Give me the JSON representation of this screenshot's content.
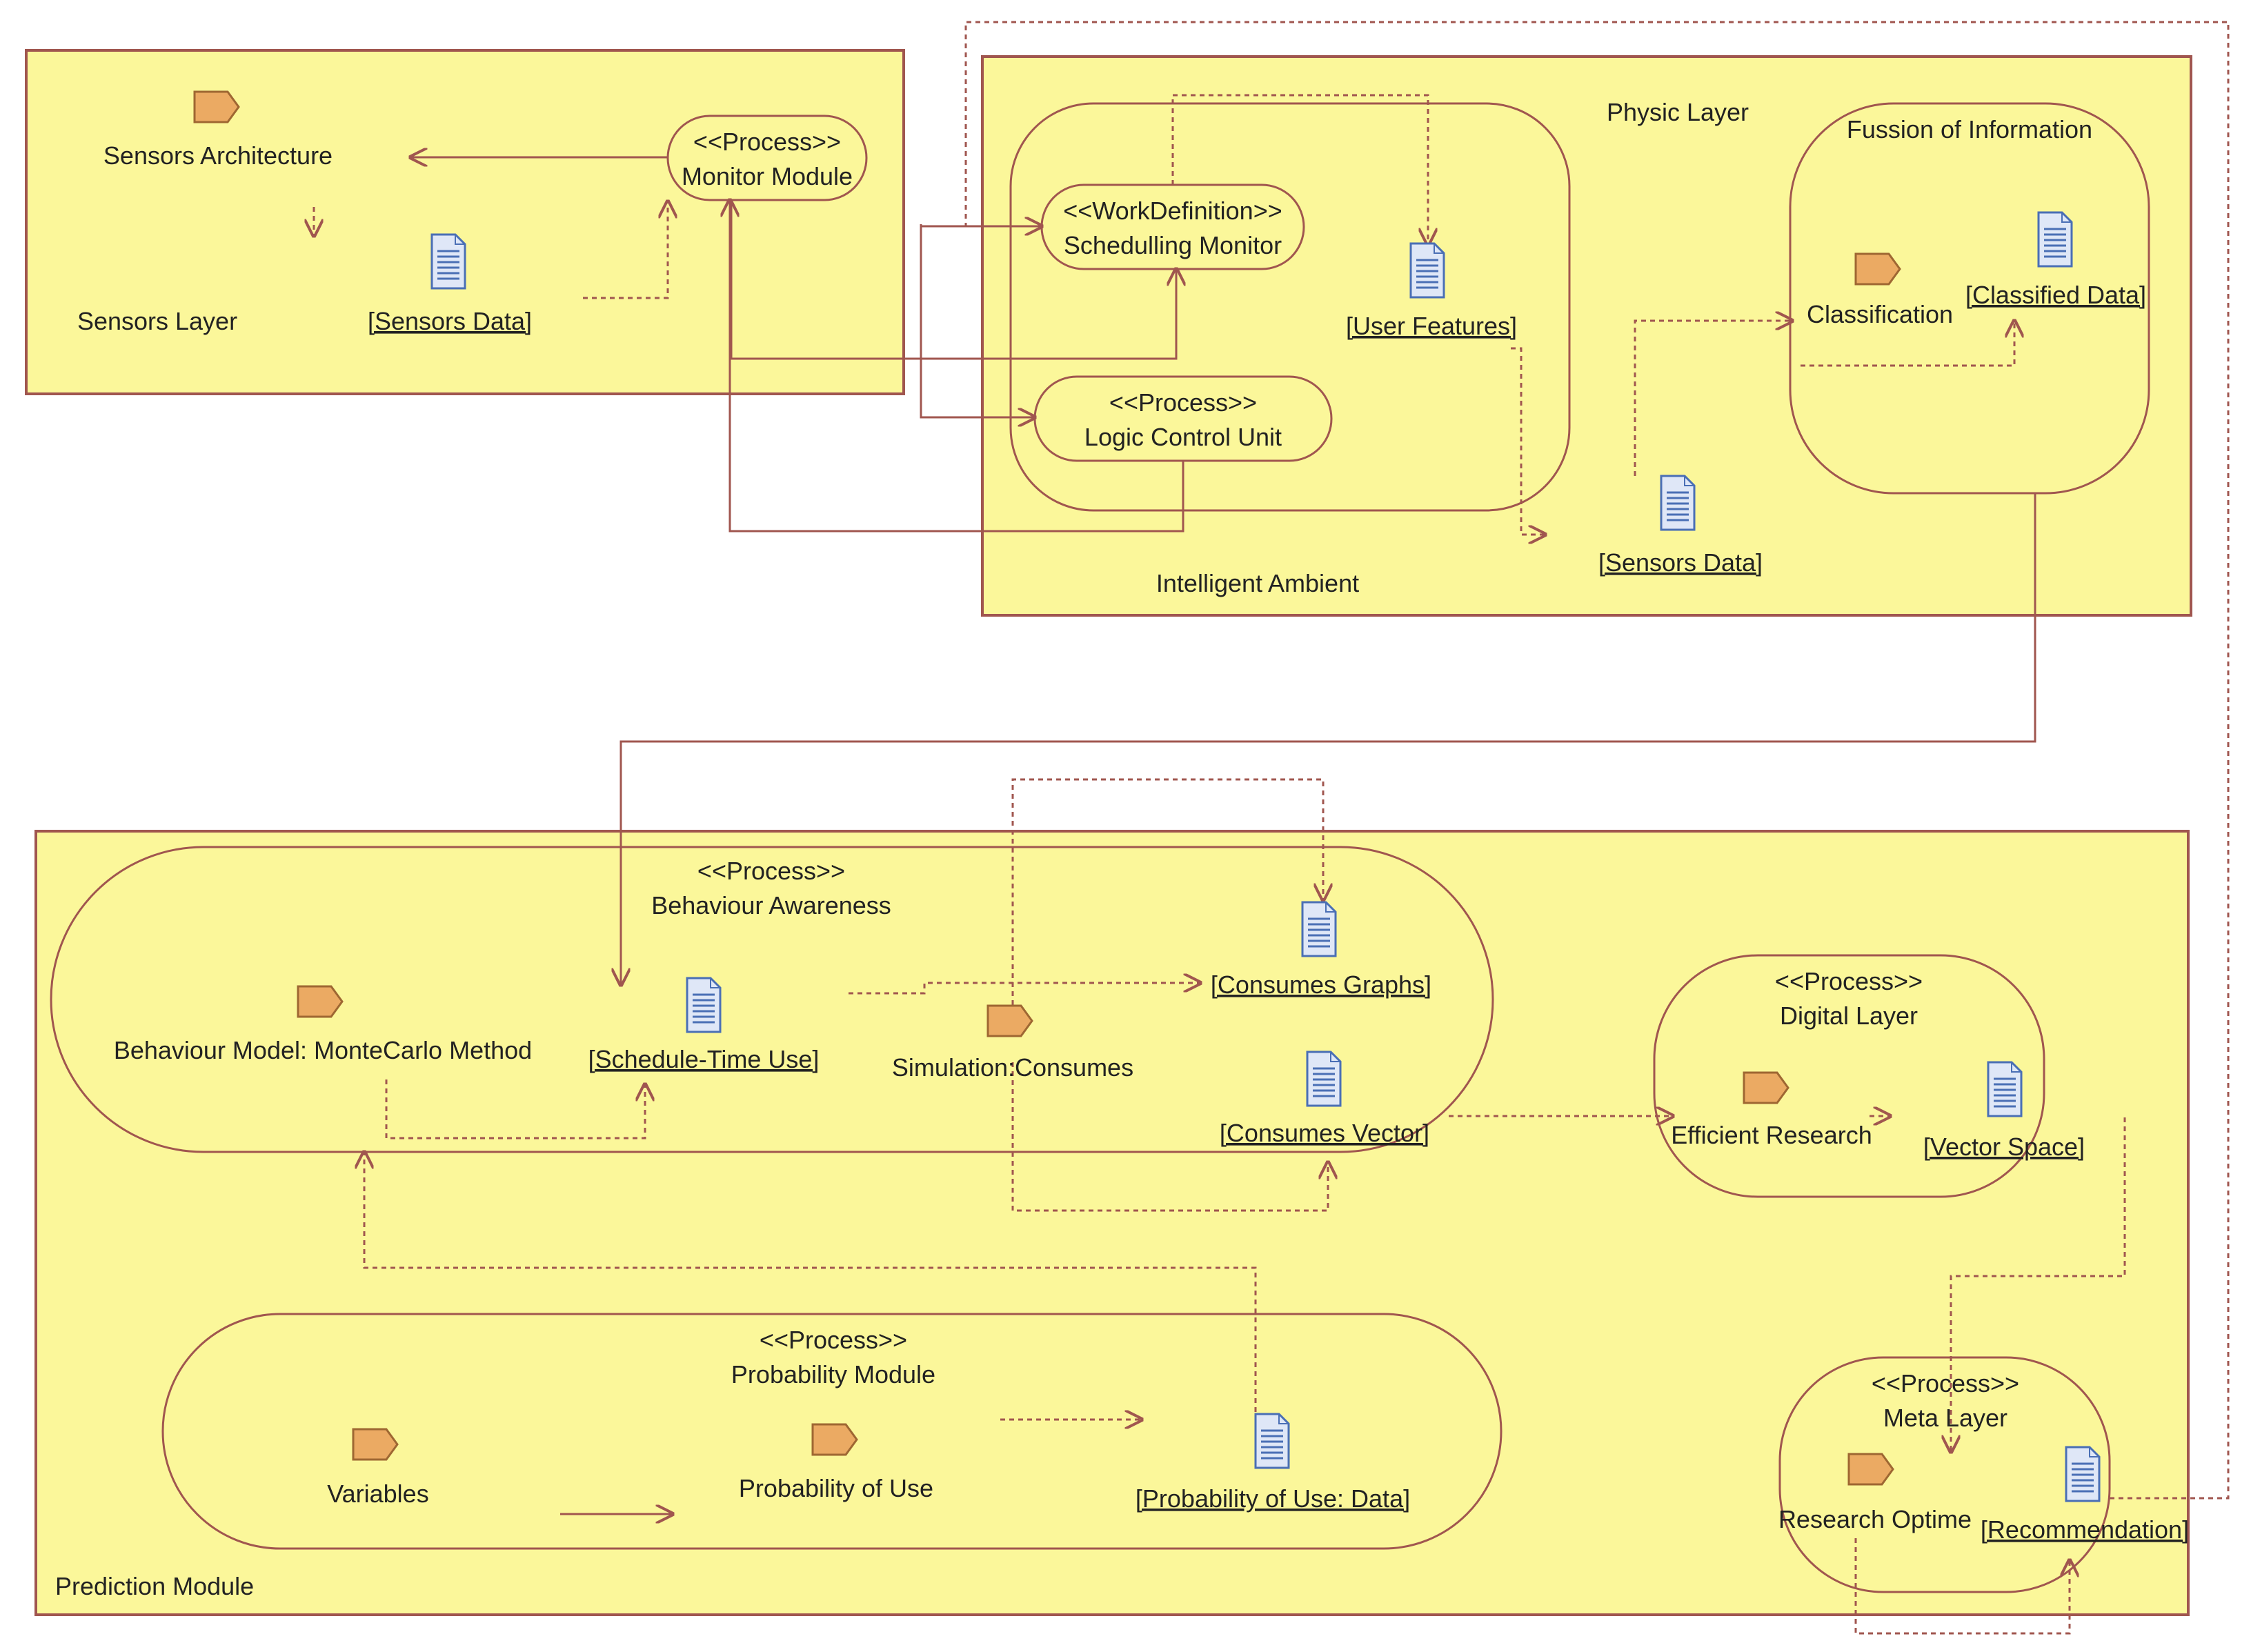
{
  "colors": {
    "layer_fill": "#fbf79a",
    "layer_border": "#a0564f",
    "connector": "#a0564f",
    "tag_fill": "#ebaa63",
    "tag_border": "#9e6732",
    "doc_fill": "#dfe7f7",
    "doc_lines": "#4a6fb5"
  },
  "sensors_layer": {
    "title": "Sensors Layer",
    "tag_label": "Sensors Architecture",
    "data_label": "[Sensors Data]",
    "monitor_stereotype": "<<Process>>",
    "monitor_name": "Monitor Module"
  },
  "intelligent_ambient": {
    "title": "Intelligent Ambient",
    "physic_layer_title": "Physic Layer",
    "scheduling_stereotype": "<<WorkDefinition>>",
    "scheduling_name": "Schedulling Monitor",
    "logic_stereotype": "<<Process>>",
    "logic_name": "Logic Control Unit",
    "user_features_label": "[User Features]",
    "sensors_data_label": "[Sensors Data]",
    "fusion_title": "Fussion of Information",
    "classification_label": "Classification",
    "classified_data_label": "[Classified Data]"
  },
  "prediction_module": {
    "title": "Prediction Module",
    "behaviour": {
      "stereotype": "<<Process>>",
      "name": "Behaviour Awareness",
      "model_label": "Behaviour Model: MonteCarlo Method",
      "schedule_label": "[Schedule-Time Use]",
      "simulation_label": "Simulation:Consumes",
      "graphs_label": "[Consumes Graphs]",
      "vector_label": "[Consumes Vector]"
    },
    "digital_layer": {
      "stereotype": "<<Process>>",
      "name": "Digital Layer",
      "research_label": "Efficient Research",
      "vector_space_label": "[Vector Space]"
    },
    "probability_module": {
      "stereotype": "<<Process>>",
      "name": "Probability Module",
      "variables_label": "Variables",
      "probability_label": "Probability of Use",
      "probability_data_label": "[Probability of Use: Data]"
    },
    "meta_layer": {
      "stereotype": "<<Process>>",
      "name": "Meta Layer",
      "research_optime_label": "Research Optime",
      "recommendation_label": "[Recommendation]"
    }
  }
}
